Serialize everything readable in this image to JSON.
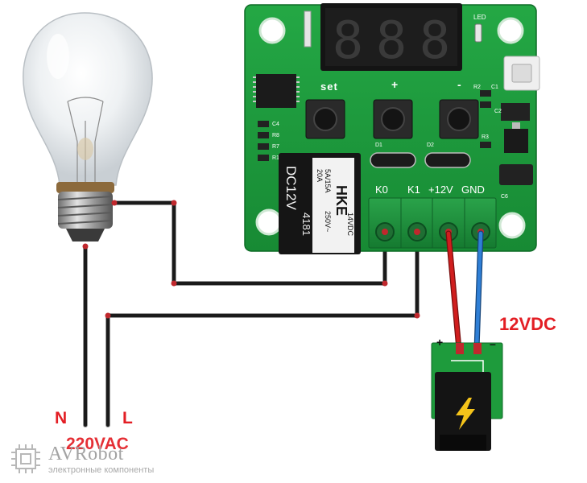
{
  "pcb": {
    "display_digits": [
      "8",
      "8",
      "8"
    ],
    "led_label": "LED",
    "set_label": "set",
    "plus_label": "+",
    "minus_label": "-",
    "terminal_labels": [
      "K0",
      "K1",
      "+12V",
      "GND"
    ],
    "component_labels": [
      "C4",
      "R8",
      "R7",
      "R1",
      "C1",
      "R2",
      "C2",
      "R3",
      "D1",
      "D2",
      "C6"
    ]
  },
  "relay": {
    "brand": "HKE",
    "model": "DC12V",
    "rating_1": "20A",
    "rating_2": "5A/15A",
    "rating_3": "14VDC",
    "rating_4": "250V~",
    "code": "4181"
  },
  "power": {
    "voltage_label": "12VDC",
    "plus_sign": "+",
    "minus_sign": "–"
  },
  "mains": {
    "neutral_label": "N",
    "live_label": "L",
    "voltage_label": "220VAC"
  },
  "logo": {
    "name": "AVRobot",
    "tagline": "электронные компоненты"
  },
  "colors": {
    "pcb_green": "#1e9b3c",
    "wire_black": "#1a1a1a",
    "wire_red": "#d01e1e",
    "wire_blue": "#2f7fd6",
    "label_red": "#e31e24",
    "terminal_green": "#1f8f3a",
    "relay_black": "#151515"
  }
}
